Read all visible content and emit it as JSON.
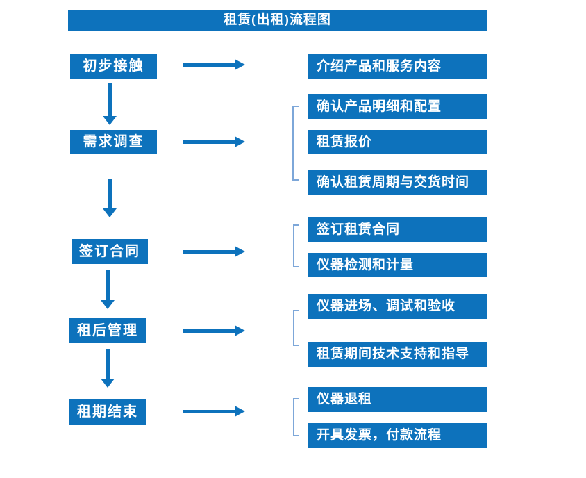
{
  "title": "租赁(出租)流程图",
  "colors": {
    "primary_blue": "#0d72bc",
    "bracket_blue": "#7da7d9",
    "text": "#ffffff",
    "background": "#ffffff"
  },
  "flow": {
    "steps": [
      {
        "label": "初步接触",
        "outputs": [
          "介绍产品和服务内容"
        ]
      },
      {
        "label": "需求调查",
        "outputs": [
          "确认产品明细和配置",
          "租赁报价",
          "确认租赁周期与交货时间"
        ]
      },
      {
        "label": "签订合同",
        "outputs": [
          "签订租赁合同",
          "仪器检测和计量"
        ]
      },
      {
        "label": "租后管理",
        "outputs": [
          "仪器进场、调试和验收",
          "租赁期间技术支持和指导"
        ]
      },
      {
        "label": "租期结束",
        "outputs": [
          "仪器退租",
          "开具发票，付款流程"
        ]
      }
    ]
  }
}
